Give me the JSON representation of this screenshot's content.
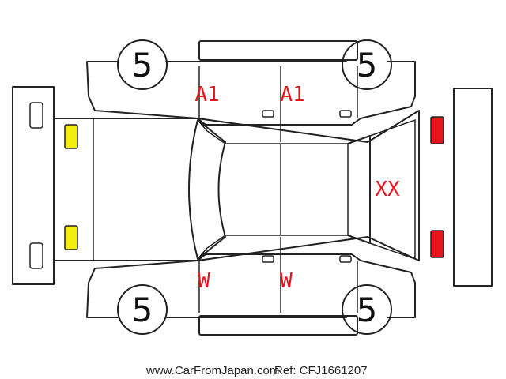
{
  "tires": {
    "front_left": "5",
    "front_right": "5",
    "rear_left": "5",
    "rear_right": "5"
  },
  "marks": {
    "door_front_left": "A1",
    "door_rear_left": "A1",
    "door_front_right": "W",
    "door_rear_right": "W",
    "tailgate": "XX"
  },
  "lights": {
    "front": "yellow",
    "rear": "red"
  },
  "colors": {
    "mark": "#e8141c",
    "light_front": "#f2ee10",
    "light_rear": "#e8141c",
    "outline": "#222222"
  },
  "footer": {
    "url": "www.CarFromJapan.com",
    "ref": "Ref: CFJ1661207"
  }
}
